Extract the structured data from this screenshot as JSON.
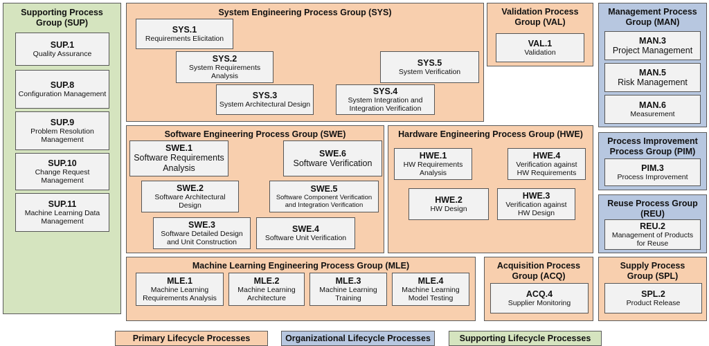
{
  "groups": {
    "sup": {
      "title": "Supporting Process Group (SUP)"
    },
    "sys": {
      "title": "System Engineering Process Group (SYS)"
    },
    "val": {
      "title": "Validation Process Group (VAL)"
    },
    "man": {
      "title": "Management Process Group (MAN)"
    },
    "swe": {
      "title": "Software Engineering Process Group (SWE)"
    },
    "hwe": {
      "title": "Hardware Engineering Process Group (HWE)"
    },
    "pim": {
      "title": "Process Improvement Process Group (PIM)"
    },
    "reu": {
      "title": "Reuse Process Group (REU)"
    },
    "mle": {
      "title": "Machine Learning Engineering Process Group (MLE)"
    },
    "acq": {
      "title": "Acquisition Process Group (ACQ)"
    },
    "spl": {
      "title": "Supply Process Group (SPL)"
    }
  },
  "processes": {
    "sup1": {
      "id": "SUP.1",
      "name": "Quality Assurance"
    },
    "sup8": {
      "id": "SUP.8",
      "name": "Configuration Management"
    },
    "sup9": {
      "id": "SUP.9",
      "name": "Problem Resolution Management"
    },
    "sup10": {
      "id": "SUP.10",
      "name": "Change Request Management"
    },
    "sup11": {
      "id": "SUP.11",
      "name": "Machine Learning Data Management"
    },
    "sys1": {
      "id": "SYS.1",
      "name": "Requirements Elicitation"
    },
    "sys2": {
      "id": "SYS.2",
      "name": "System Requirements Analysis"
    },
    "sys3": {
      "id": "SYS.3",
      "name": "System Architectural Design"
    },
    "sys4": {
      "id": "SYS.4",
      "name": "System Integration and Integration Verification"
    },
    "sys5": {
      "id": "SYS.5",
      "name": "System Verification"
    },
    "val1": {
      "id": "VAL.1",
      "name": "Validation"
    },
    "man3": {
      "id": "MAN.3",
      "name": "Project Management"
    },
    "man5": {
      "id": "MAN.5",
      "name": "Risk Management"
    },
    "man6": {
      "id": "MAN.6",
      "name": "Measurement"
    },
    "swe1": {
      "id": "SWE.1",
      "name": "Software Requirements Analysis"
    },
    "swe2": {
      "id": "SWE.2",
      "name": "Software Architectural Design"
    },
    "swe3": {
      "id": "SWE.3",
      "name": "Software Detailed Design and Unit Construction"
    },
    "swe4": {
      "id": "SWE.4",
      "name": "Software Unit Verification"
    },
    "swe5": {
      "id": "SWE.5",
      "name": "Software Component Verification and Integration Verification"
    },
    "swe6": {
      "id": "SWE.6",
      "name": "Software Verification"
    },
    "hwe1": {
      "id": "HWE.1",
      "name": "HW Requirements Analysis"
    },
    "hwe2": {
      "id": "HWE.2",
      "name": "HW Design"
    },
    "hwe3": {
      "id": "HWE.3",
      "name": "Verification against HW Design"
    },
    "hwe4": {
      "id": "HWE.4",
      "name": "Verification against HW Requirements"
    },
    "pim3": {
      "id": "PIM.3",
      "name": "Process Improvement"
    },
    "reu2": {
      "id": "REU.2",
      "name": "Management of Products for Reuse"
    },
    "mle1": {
      "id": "MLE.1",
      "name": "Machine Learning Requirements Analysis"
    },
    "mle2": {
      "id": "MLE.2",
      "name": "Machine Learning Architecture"
    },
    "mle3": {
      "id": "MLE.3",
      "name": "Machine Learning Training"
    },
    "mle4": {
      "id": "MLE.4",
      "name": "Machine Learning Model Testing"
    },
    "acq4": {
      "id": "ACQ.4",
      "name": "Supplier Monitoring"
    },
    "spl2": {
      "id": "SPL.2",
      "name": "Product Release"
    }
  },
  "legend": {
    "primary": "Primary Lifecycle Processes",
    "organizational": "Organizational Lifecycle Processes",
    "supporting": "Supporting Lifecycle Processes"
  },
  "colors": {
    "primary": "#f8cfae",
    "organizational": "#b7c7e0",
    "supporting": "#d5e4bf",
    "process_box": "#f2f2f2"
  }
}
